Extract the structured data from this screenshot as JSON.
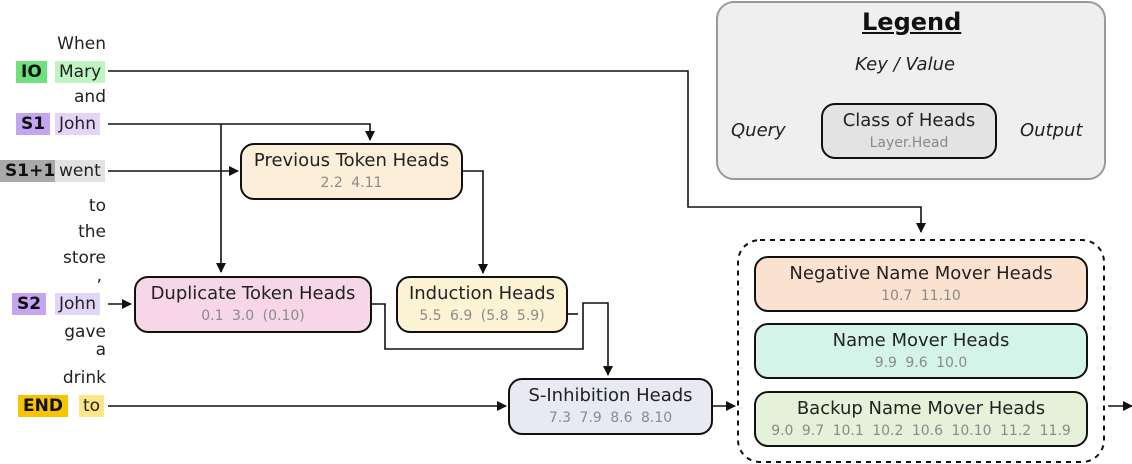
{
  "tokens": {
    "w_when": "When",
    "io_tag": "IO",
    "io_name": "Mary",
    "w_and": "and",
    "s1_tag": "S1",
    "s1_name": "John",
    "s1p1_tag": "S1+1",
    "s1p1_word": "went",
    "w_to": "to",
    "w_the": "the",
    "w_store": "store",
    "w_comma": ",",
    "s2_tag": "S2",
    "s2_name": "John",
    "w_gave": "gave",
    "w_a": "a",
    "w_drink": "drink",
    "end_tag": "END",
    "end_word": "to"
  },
  "boxes": {
    "previous_token": {
      "title": "Previous Token Heads",
      "heads": "2.2 4.11"
    },
    "duplicate_token": {
      "title": "Duplicate Token Heads",
      "heads": "0.1 3.0 (0.10)"
    },
    "induction": {
      "title": "Induction Heads",
      "heads": "5.5 6.9 (5.8 5.9)"
    },
    "s_inhibition": {
      "title": "S-Inhibition Heads",
      "heads": "7.3 7.9 8.6 8.10"
    },
    "negative_name_mover": {
      "title": "Negative Name Mover Heads",
      "heads": "10.7 11.10"
    },
    "name_mover": {
      "title": "Name Mover Heads",
      "heads": "9.9 9.6 10.0"
    },
    "backup_name_mover": {
      "title": "Backup Name Mover Heads",
      "heads": "9.0 9.7 10.1 10.2 10.6 10.10 11.2 11.9"
    }
  },
  "legend": {
    "title": "Legend",
    "key_value": "Key / Value",
    "query": "Query",
    "output": "Output",
    "class_title": "Class of Heads",
    "class_sub": "Layer.Head"
  },
  "colors": {
    "io": "#6ee07f",
    "io_light": "#bff5c3",
    "subject": "#c3a5f0",
    "subject_light": "#e2d5f8",
    "s1p1": "#a9a9a9",
    "s1p1_light": "#e2e2e2",
    "end": "#f6c500",
    "end_light": "#fde58a",
    "previous_token": "#fbefd9",
    "duplicate_token": "#f7d6e8",
    "induction": "#fcf3d4",
    "s_inhibition": "#e8e9f3",
    "negative_name_mover": "#fbe1cf",
    "name_mover": "#d4f4ea",
    "backup_name_mover": "#e5f1d8",
    "legend_box": "#e3e3e3"
  }
}
